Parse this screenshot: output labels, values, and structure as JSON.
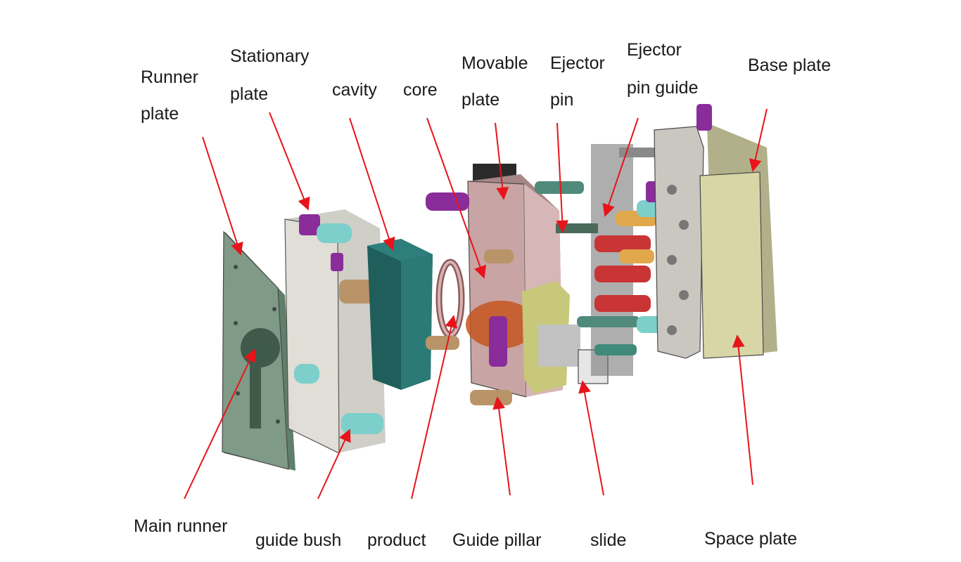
{
  "labels": {
    "runner_plate": [
      "Runner",
      "plate"
    ],
    "stationary_plate": [
      "Stationary",
      "plate"
    ],
    "cavity": "cavity",
    "core": "core",
    "movable_plate": [
      "Movable",
      "plate"
    ],
    "ejector_pin": [
      "Ejector",
      "pin"
    ],
    "ejector_pin_guide": [
      "Ejector",
      "pin guide"
    ],
    "base_plate": "Base plate",
    "main_runner": "Main runner",
    "guide_bush": "guide bush",
    "product": "product",
    "guide_pillar": "Guide pillar",
    "slide": "slide",
    "space_plate": "Space plate"
  },
  "colors": {
    "arrow": "#e8141a",
    "runner_plate": "#7f9a86",
    "stationary_plate": "#e2e0d8",
    "cavity": "#2e7f7c",
    "movable_plate": "#c9a4a4",
    "space_plate": "#d8d6a6",
    "guide_pin": "#b89468",
    "cyan_pin": "#7ccfca",
    "bolt": "#8a2c9a",
    "red_pin": "#c93434"
  }
}
